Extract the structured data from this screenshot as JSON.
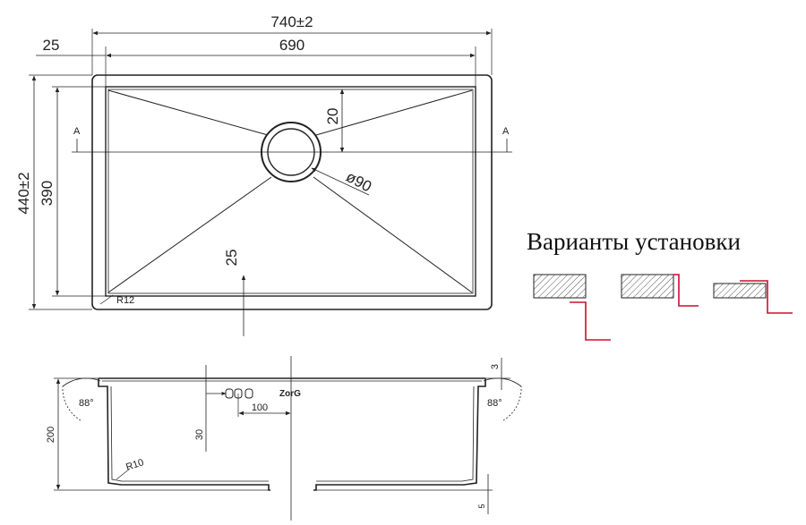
{
  "plan_view": {
    "overall_width": "740±2",
    "inner_width": "690",
    "flange_offset": "25",
    "overall_depth": "440±2",
    "inner_depth": "390",
    "drain_offset": "20",
    "drain_diameter": "ø90",
    "bottom_offset": "25",
    "corner_radius": "R12",
    "section_mark_left": "A",
    "section_mark_right": "A"
  },
  "section_view": {
    "height": "200",
    "wall_angle_left": "88°",
    "wall_angle_right": "88°",
    "bottom_radius": "R10",
    "overflow_height": "30",
    "overflow_spacing": "100",
    "rim_thickness": "3",
    "foot_height": "5",
    "logo_text": "ZorG"
  },
  "installation": {
    "title": "Варианты установки",
    "accent_color": "#c8102e"
  }
}
